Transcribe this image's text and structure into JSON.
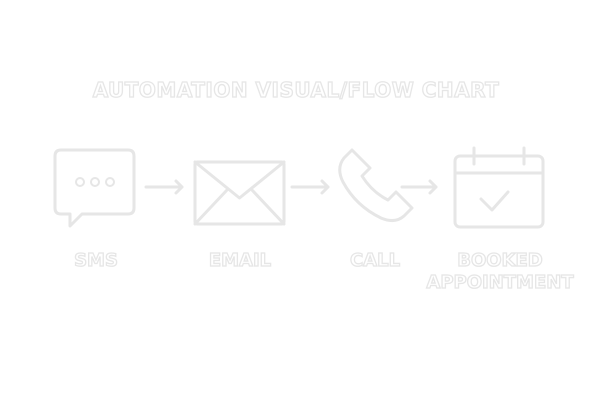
{
  "title": "AUTOMATION VISUAL/FLOW CHART",
  "steps": [
    {
      "label": "SMS",
      "icon": "chat-bubble-icon"
    },
    {
      "label": "EMAIL",
      "icon": "envelope-icon"
    },
    {
      "label": "CALL",
      "icon": "phone-icon"
    },
    {
      "label_line1": "BOOKED",
      "label_line2": "APPOINTMENT",
      "icon": "calendar-check-icon"
    }
  ],
  "colors": {
    "background": "#ffffff",
    "outline": "#e6e6e6"
  }
}
